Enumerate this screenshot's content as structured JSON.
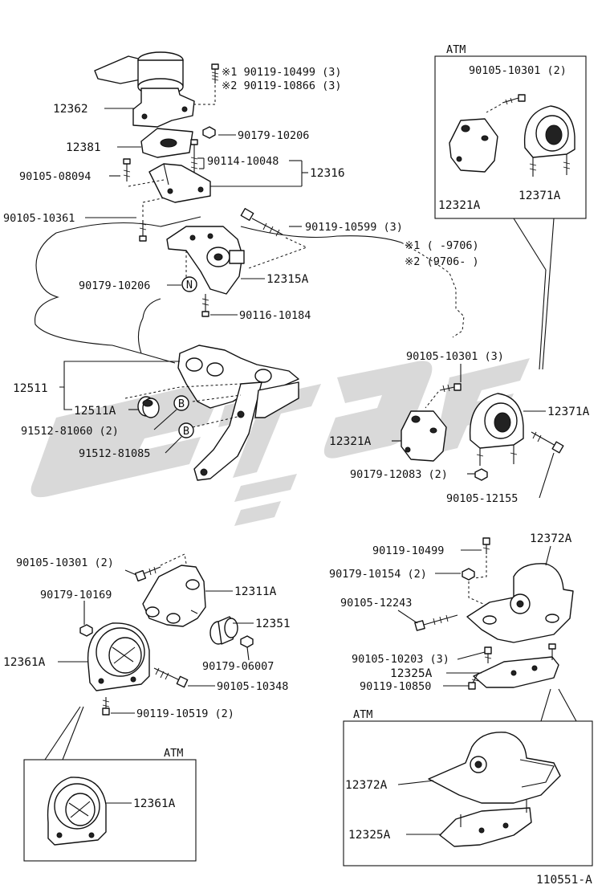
{
  "labels": {
    "atm_top": "ATM",
    "atm_top_bolt": "90105-10301 (2)",
    "atm_top_bracket": "12321A",
    "atm_top_insulator": "12371A",
    "ref1": "※1 90119-10499 (3)",
    "ref2": "※2 90119-10866 (3)",
    "p12362": "12362",
    "nut_10206_top": "90179-10206",
    "p12381": "12381",
    "bolt_10048": "90114-10048",
    "p12316": "12316",
    "bolt_08094": "90105-08094",
    "bolt_10361": "90105-10361",
    "bolt_10599": "90119-10599 (3)",
    "note1": "※1 (        -9706)",
    "note2": "※2 (9706-        )",
    "nut_10206_mid": "90179-10206",
    "p12315A": "12315A",
    "bolt_10184": "90116-10184",
    "p12511": "12511",
    "p12511A": "12511A",
    "bush_81060": "91512-81060 (2)",
    "bush_81085": "91512-81085",
    "mid_bolt_10301": "90105-10301 (3)",
    "mid_12371A": "12371A",
    "mid_12321A": "12321A",
    "nut_12083": "90179-12083 (2)",
    "bolt_12155": "90105-12155",
    "bl_bolt_10301": "90105-10301 (2)",
    "bl_12311A": "12311A",
    "bl_nut_10169": "90179-10169",
    "bl_12351": "12351",
    "bl_12361A": "12361A",
    "bl_nut_06007": "90179-06007",
    "bl_bolt_10348": "90105-10348",
    "bl_bolt_10519": "90119-10519 (2)",
    "atm_bottom_left": "ATM",
    "atm_bl_12361A": "12361A",
    "br_bolt_10499": "90119-10499",
    "br_12372A": "12372A",
    "br_nut_10154": "90179-10154 (2)",
    "br_bolt_12243": "90105-12243",
    "br_bolt_10203": "90105-10203 (3)",
    "br_12325A": "12325A",
    "br_bolt_10850": "90119-10850",
    "atm_bottom_right": "ATM",
    "atm_br_12372A": "12372A",
    "atm_br_12325A": "12325A",
    "footer_code": "110551-A"
  },
  "marks": {
    "circle_n": "N",
    "circle_b1": "B",
    "circle_b2": "B"
  }
}
